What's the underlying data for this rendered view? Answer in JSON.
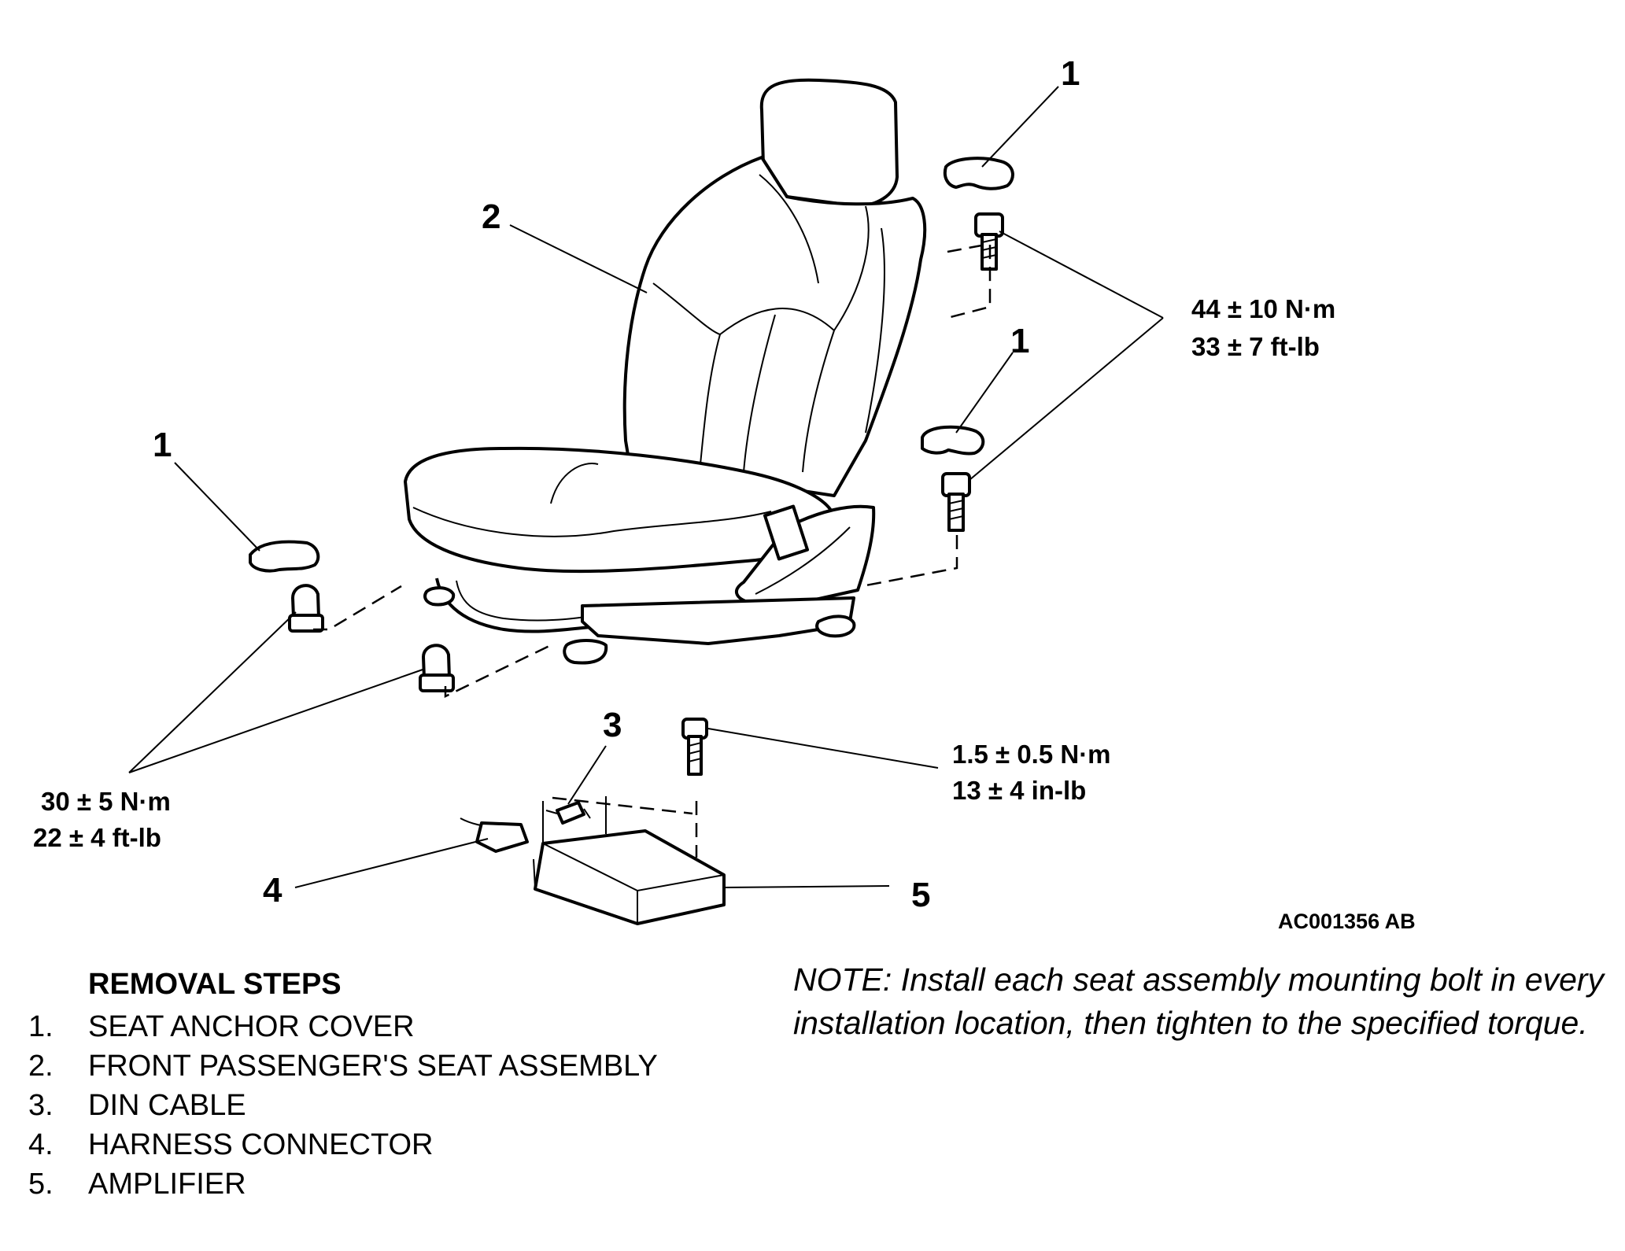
{
  "diagram": {
    "callouts": {
      "c1_top": "1",
      "c1_mid": "1",
      "c1_left": "1",
      "c2": "2",
      "c3": "3",
      "c4": "4",
      "c5": "5"
    },
    "torques": {
      "rear_bolts": {
        "metric": "44 ± 10 N·m",
        "imperial": "33 ± 7 ft-lb"
      },
      "front_nuts": {
        "metric": "30 ± 5 N·m",
        "imperial": "22 ± 4 ft-lb"
      },
      "amp_bolt": {
        "metric": "1.5 ± 0.5 N·m",
        "imperial": "13 ± 4 in-lb"
      }
    },
    "figure_id": "AC001356 AB"
  },
  "removal_steps": {
    "heading": "REMOVAL STEPS",
    "items": [
      {
        "num": "1.",
        "label": "SEAT ANCHOR COVER"
      },
      {
        "num": "2.",
        "label": "FRONT PASSENGER'S SEAT ASSEMBLY"
      },
      {
        "num": "3.",
        "label": "DIN CABLE"
      },
      {
        "num": "4.",
        "label": "HARNESS CONNECTOR"
      },
      {
        "num": "5.",
        "label": "AMPLIFIER"
      }
    ]
  },
  "note": "NOTE: Install each seat assembly mounting bolt in every installation location, then tighten to the specified torque."
}
